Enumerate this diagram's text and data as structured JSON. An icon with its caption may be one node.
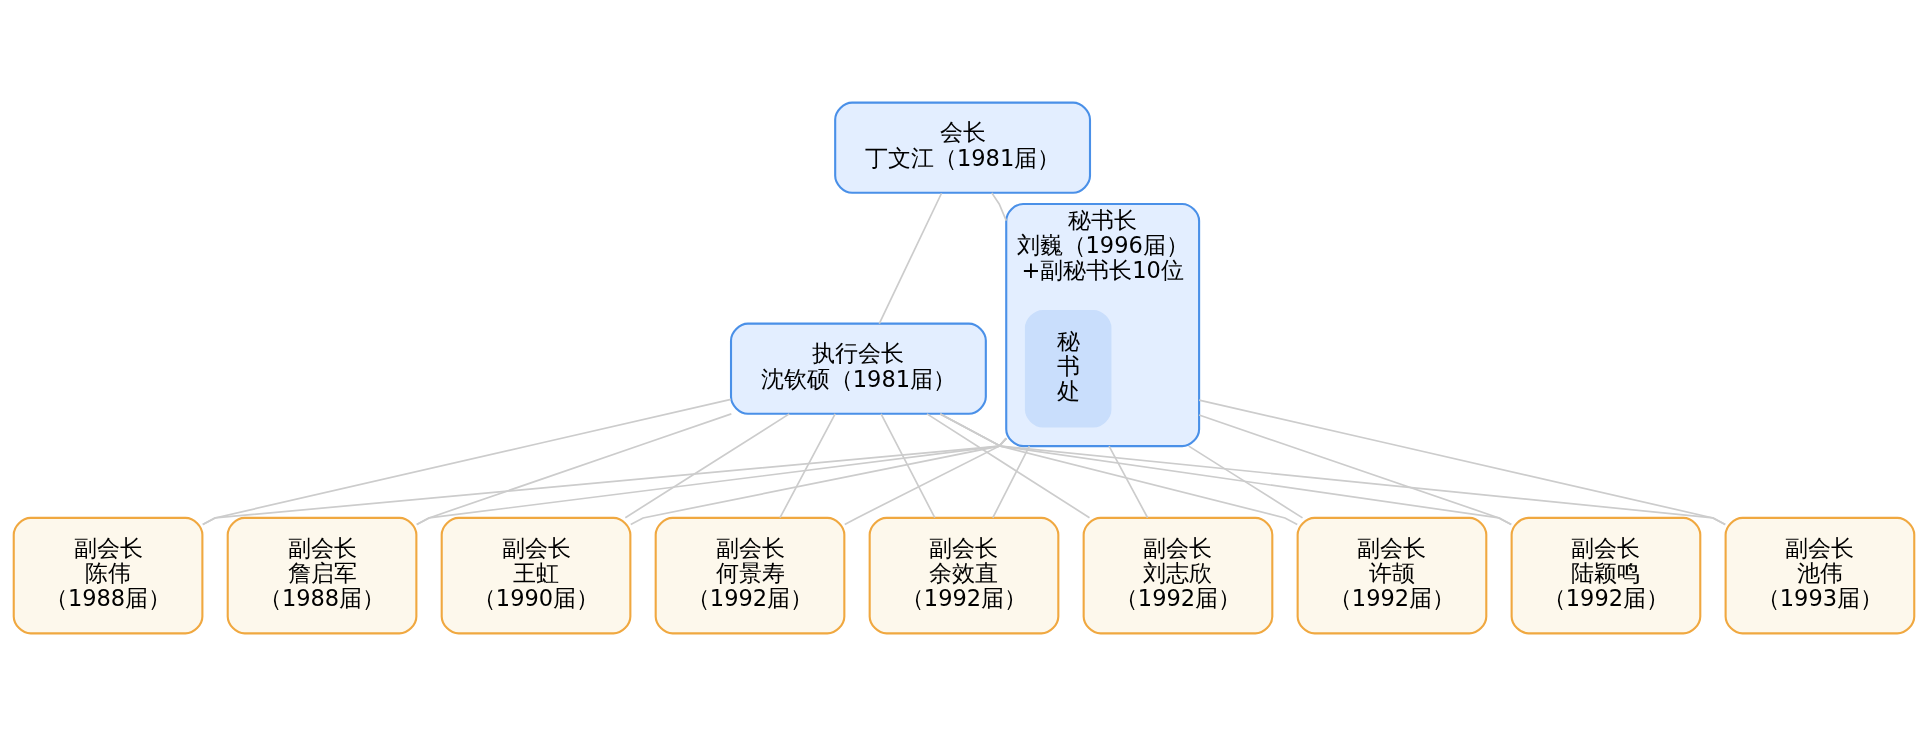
{
  "diagram": {
    "nodes": [
      {
        "text": [
          "会长",
          "丁文江（1981届）"
        ]
      },
      {
        "text": [
          "执行会长",
          "沈钦硕（1981届）"
        ]
      },
      {
        "text": [
          "秘书长",
          "刘巍（1996届）",
          "+副秘书长10位"
        ]
      },
      {
        "text": [
          "秘书处"
        ],
        "in": 2
      },
      {
        "text": [
          "副会长",
          "陈伟",
          "（1988届）"
        ]
      },
      {
        "text": [
          "副会长",
          "詹启军",
          "（1988届）"
        ]
      },
      {
        "text": [
          "副会长",
          "王虹",
          "（1990届）"
        ]
      },
      {
        "text": [
          "副会长",
          "何景寿",
          "（1992届）"
        ]
      },
      {
        "text": [
          "副会长",
          "余效直",
          "（1992届）"
        ]
      },
      {
        "text": [
          "副会长",
          "刘志欣",
          "（1992届）"
        ]
      },
      {
        "text": [
          "副会长",
          "许颉",
          "（1992届）"
        ]
      },
      {
        "text": [
          "副会长",
          "陆颖鸣",
          "（1992届）"
        ]
      },
      {
        "text": [
          "副会长",
          "池伟",
          "（1993届）"
        ]
      }
    ],
    "edges": [
      {
        "from": 0,
        "to": 1,
        "arrow": "none"
      },
      {
        "from": 0,
        "to": 2,
        "arrow": "none"
      },
      {
        "from": 1,
        "to": 4,
        "arrow": "none"
      },
      {
        "from": 1,
        "to": 5,
        "arrow": "none"
      },
      {
        "from": 1,
        "to": 6,
        "arrow": "none"
      },
      {
        "from": 1,
        "to": 7,
        "arrow": "none"
      },
      {
        "from": 1,
        "to": 8,
        "arrow": "none"
      },
      {
        "from": 1,
        "to": 9,
        "arrow": "none"
      },
      {
        "from": 1,
        "to": 10,
        "arrow": "none"
      },
      {
        "from": 1,
        "to": 11,
        "arrow": "none"
      },
      {
        "from": 1,
        "to": 12,
        "arrow": "none"
      },
      {
        "from": 2,
        "to": 4,
        "arrow": "none"
      },
      {
        "from": 2,
        "to": 5,
        "arrow": "none"
      },
      {
        "from": 2,
        "to": 6,
        "arrow": "none"
      },
      {
        "from": 2,
        "to": 7,
        "arrow": "none"
      },
      {
        "from": 2,
        "to": 8,
        "arrow": "none"
      },
      {
        "from": 2,
        "to": 9,
        "arrow": "none"
      },
      {
        "from": 2,
        "to": 10,
        "arrow": "none"
      },
      {
        "from": 2,
        "to": 11,
        "arrow": "none"
      },
      {
        "from": 2,
        "to": 12,
        "arrow": "none"
      }
    ]
  }
}
